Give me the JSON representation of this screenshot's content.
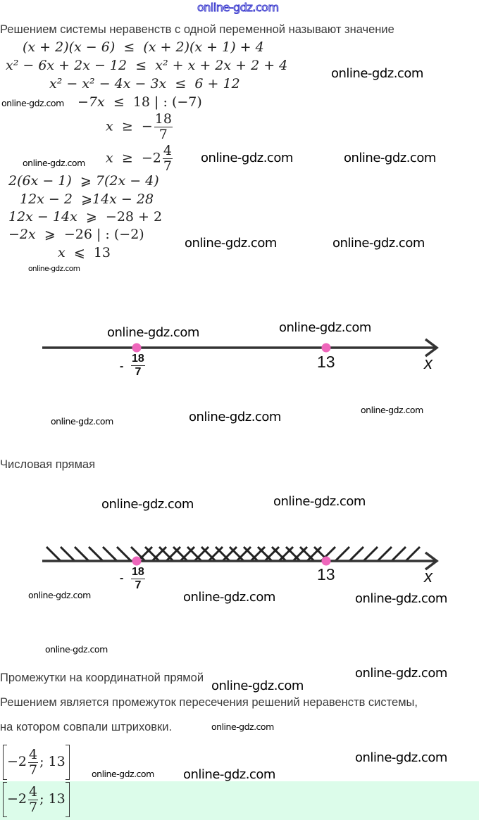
{
  "header_watermark": "online-gdz.com",
  "intro_text": "Решением системы неравенств с одной переменной называют значение",
  "eq1": {
    "left": "(x + 2)(x − 6)",
    "sign": "≤",
    "right": "(x + 2)(x + 1) + 4"
  },
  "eq2": {
    "left": "x² − 6x + 2x − 12",
    "sign": "≤",
    "right": "x² + x + 2x + 2 + 4"
  },
  "eq3": {
    "left": "x² − x² − 4x − 3x",
    "sign": "≤",
    "right": "6 + 12"
  },
  "eq4": {
    "left": "−7x",
    "sign": "≤",
    "right": "18 | : (−7)"
  },
  "eq5": {
    "left": "x",
    "sign": "≥",
    "prefix": "−",
    "num": "18",
    "den": "7"
  },
  "eq6": {
    "left": "x",
    "sign": "≥",
    "prefix": "−2",
    "num": "4",
    "den": "7"
  },
  "eq7": {
    "left": "2(6x − 1)",
    "sign": "⩾",
    "right": "7(2x − 4)"
  },
  "eq8": {
    "left": "12x − 2",
    "sign": "⩾",
    "right": "14x − 28"
  },
  "eq9": {
    "left": "12x − 14x",
    "sign": "⩾",
    "right": "−28 + 2"
  },
  "eq10": {
    "left": "−2x",
    "sign": "⩾",
    "right": "−26 | : (−2)"
  },
  "eq11": {
    "left": "x",
    "sign": "⩽",
    "right": "13"
  },
  "number_line": {
    "point_a": {
      "minus": "-",
      "num": "18",
      "den": "7"
    },
    "point_b": "13",
    "axis": "x",
    "point_color": "#ee66bb"
  },
  "caption1": "Числовая прямая",
  "caption2": "Промежутки на координатной прямой",
  "conclusion_line1": "Решением является промежуток пересечения решений неравенств системы,",
  "conclusion_line2": "на котором совпали штриховки.",
  "interval": {
    "prefix": "−2",
    "num": "4",
    "den": "7",
    "right": "; 13"
  },
  "answer": {
    "prefix": "−2",
    "num": "4",
    "den": "7",
    "right": "; 13"
  },
  "watermark": "online-gdz.com",
  "highlight_color": "#dcfcea"
}
